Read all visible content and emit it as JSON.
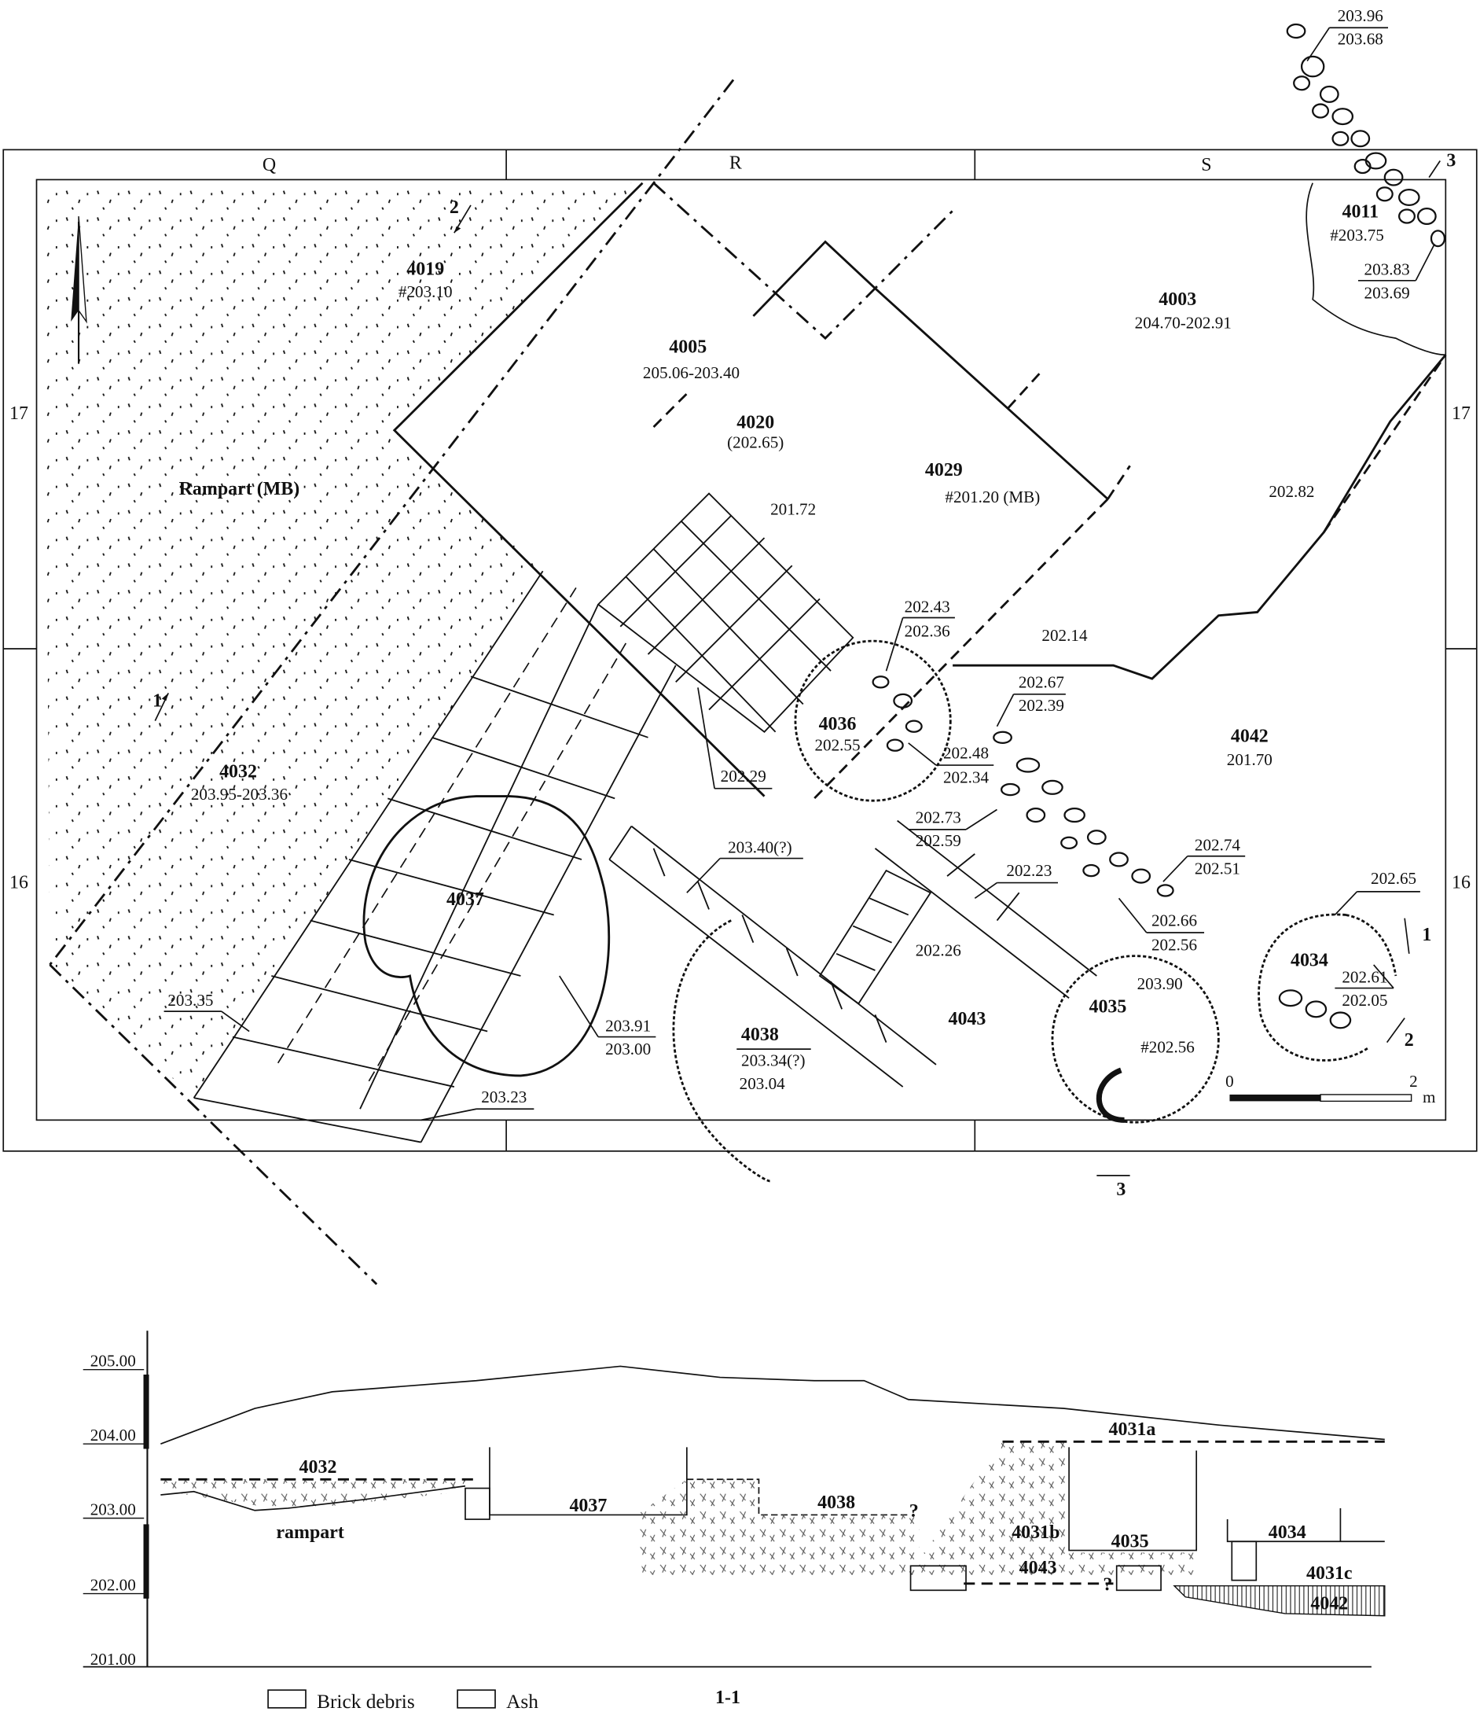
{
  "grid": {
    "cols": [
      "Q",
      "R",
      "S"
    ],
    "rows": [
      "17",
      "16"
    ]
  },
  "plan_labels": {
    "l4019": "4019",
    "l4019e": "#203.10",
    "l4005": "4005",
    "l4005e": "205.06-203.40",
    "l4020": "4020",
    "l4020e": "(202.65)",
    "l4029": "4029",
    "l4029e": "#201.20 (MB)",
    "l4003": "4003",
    "l4003e": "204.70-202.91",
    "l4011": "4011",
    "l4011e": "#203.75",
    "rampart": "Rampart (MB)",
    "l4032": "4032",
    "l4032e": "203.95-203.36",
    "l4036": "4036",
    "l4036e": "202.55",
    "l4037": "4037",
    "l4038": "4038",
    "l4038e1": "203.34(?)",
    "l4038e2": "203.04",
    "l4043": "4043",
    "l4035": "4035",
    "l4035e": "#202.56",
    "l4034": "4034",
    "l4042": "4042",
    "l4042e": "201.70"
  },
  "elevations": [
    "201.72",
    "202.82",
    "202.14",
    "202.43",
    "202.36",
    "202.67",
    "202.39",
    "202.48",
    "202.34",
    "202.29",
    "203.40(?)",
    "202.73",
    "202.59",
    "202.74",
    "202.51",
    "202.23",
    "202.66",
    "202.56",
    "202.65",
    "202.61",
    "202.05",
    "202.26",
    "203.90",
    "203.35",
    "203.91",
    "203.00",
    "203.23",
    "203.96",
    "203.68",
    "203.83",
    "203.69"
  ],
  "section_markers": [
    "1",
    "2",
    "3",
    "1",
    "2",
    "3"
  ],
  "scale": {
    "start": "0",
    "end": "2",
    "unit": "m"
  },
  "section": {
    "title": "1-1",
    "y_ticks": [
      "205.00",
      "204.00",
      "203.00",
      "202.00",
      "201.00"
    ],
    "labels": [
      "4032",
      "rampart",
      "4037",
      "4038",
      "4031a",
      "4031b",
      "4035",
      "4043",
      "4034",
      "4031c",
      "4042",
      "?",
      "?"
    ],
    "legend": [
      "Brick debris",
      "Ash"
    ]
  }
}
